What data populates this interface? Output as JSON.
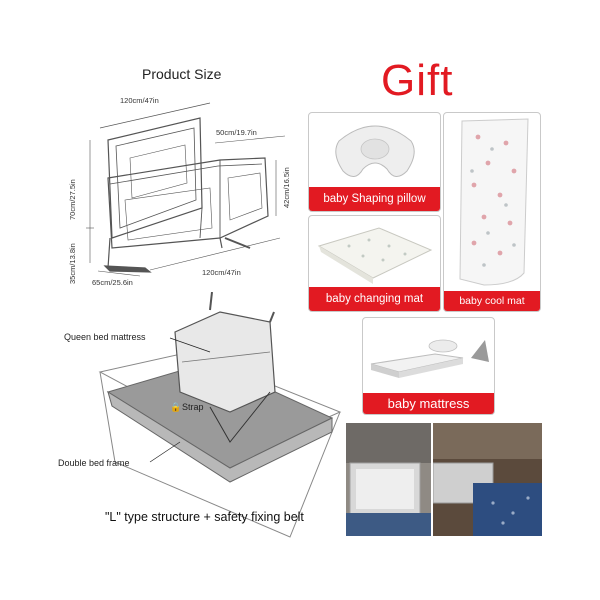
{
  "product_size": {
    "title": "Product Size",
    "dims": {
      "top_width": "120cm/47in",
      "depth_top": "50cm/19.7in",
      "height_total": "70cm/27.5in",
      "height_side": "42cm/16.5in",
      "leg_height": "35cm/13.8in",
      "base_depth": "65cm/25.6in",
      "bottom_width": "120cm/47in"
    }
  },
  "gift": {
    "title": "Gift",
    "items": {
      "pillow": "baby Shaping pillow",
      "cool_mat": "baby cool mat",
      "changing_mat": "baby changing mat",
      "mattress": "baby mattress"
    }
  },
  "bed": {
    "queen_mattress": "Queen bed mattress",
    "strap": "Strap",
    "double_frame": "Double bed frame",
    "caption": "\"L\" type structure + safety fixing belt"
  },
  "colors": {
    "accent": "#e21a22",
    "line": "#555555",
    "mattress_fill": "#9a9a9a"
  }
}
